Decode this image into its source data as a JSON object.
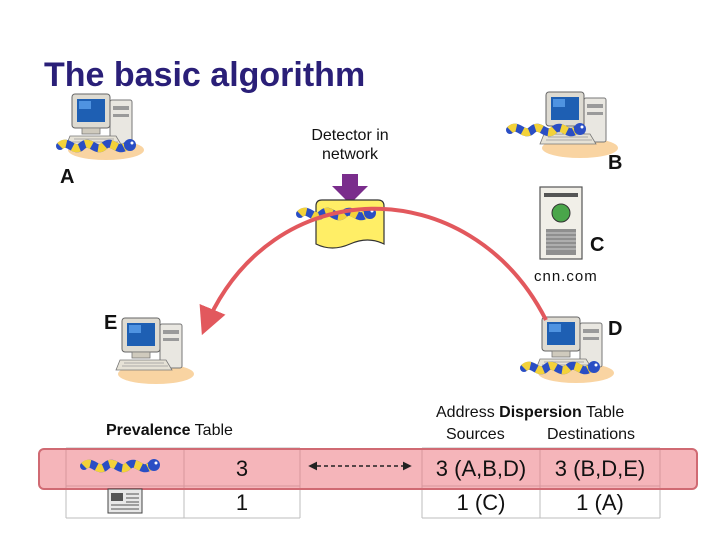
{
  "slide": {
    "title": "The basic algorithm"
  },
  "nodes": {
    "a": "A",
    "b": "B",
    "c": "C",
    "d": "D",
    "e": "E"
  },
  "detector": {
    "label": "Detector in network"
  },
  "server": {
    "site": "cnn.com"
  },
  "prevalence_table": {
    "caption_bold": "Prevalence",
    "caption_rest": "Table",
    "rows": [
      {
        "icon": "worm-icon",
        "count": "3"
      },
      {
        "icon": "newspaper-icon",
        "count": "1"
      }
    ]
  },
  "dispersion_table": {
    "caption_part1": "Address ",
    "caption_bold": "Dispersion",
    "caption_part2": " Table",
    "col_sources": "Sources",
    "col_destinations": "Destinations",
    "rows": [
      {
        "sources": "3 (A,B,D)",
        "destinations": "3 (B,D,E)"
      },
      {
        "sources": "1 (C)",
        "destinations": "1 (A)"
      }
    ]
  },
  "colors": {
    "title": "#2a1f78",
    "highlight": "#ec7882",
    "arrow": "#e2585d",
    "detector_arrow": "#7a2d8c",
    "detector_box": "#ffee66"
  }
}
